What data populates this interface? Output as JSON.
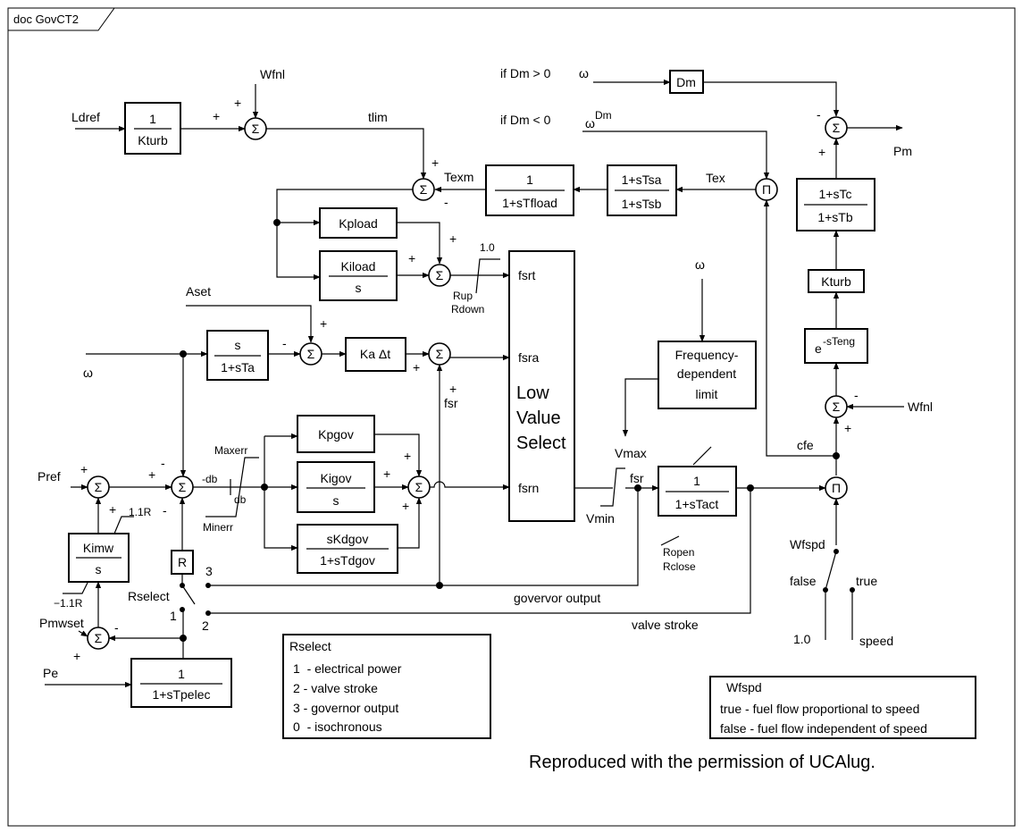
{
  "frame": {
    "title": "doc GovCT2"
  },
  "permission": "Reproduced with the permission of UCAlug.",
  "symbols": {
    "sum": "Σ",
    "product": "Π",
    "omega": "ω"
  },
  "blocks": {
    "kturb_inv": {
      "num": "1",
      "den": "Kturb"
    },
    "tfload": {
      "num": "1",
      "den": "1+sTfload"
    },
    "tsa_tsb": {
      "num": "1+sTsa",
      "den": "1+sTsb"
    },
    "dm": "Dm",
    "tc_tb": {
      "num": "1+sTc",
      "den": "1+sTb"
    },
    "kturb": "Kturb",
    "teng": {
      "base": "e",
      "exp": "-sTeng"
    },
    "kpload": "Kpload",
    "kiload": {
      "num": "Kiload",
      "den": "s"
    },
    "ta": {
      "num": "s",
      "den": "1+sTa"
    },
    "ka": "Ka Δt",
    "lvs": {
      "line1": "Low",
      "line2": "Value",
      "line3": "Select"
    },
    "lvs_ports": {
      "fsrt": "fsrt",
      "fsra": "fsra",
      "fsrn": "fsrn"
    },
    "freqlimit": {
      "line1": "Frequency-",
      "line2": "dependent",
      "line3": "limit"
    },
    "kpgov": "Kpgov",
    "kigov": {
      "num": "Kigov",
      "den": "s"
    },
    "kdgov": {
      "num": "sKdgov",
      "den": "1+sTdgov"
    },
    "tact": {
      "num": "1",
      "den": "1+sTact"
    },
    "kimw": {
      "num": "Kimw",
      "den": "s"
    },
    "r": "R",
    "tpelec": {
      "num": "1",
      "den": "1+sTpelec"
    }
  },
  "labels": {
    "wfnl_top": "Wfnl",
    "ldref": "Ldref",
    "tlim": "tlim",
    "if_dm_pos": "if Dm > 0",
    "if_dm_neg": "if Dm < 0",
    "omega_dm_base": "ω",
    "omega_dm_exp": "Dm",
    "texm": "Texm",
    "tex": "Tex",
    "pm": "Pm",
    "one_point_zero_top": "1.0",
    "rup": "Rup",
    "rdown": "Rdown",
    "aset": "Aset",
    "omega_in": "ω",
    "fsr_mid": "fsr",
    "pref": "Pref",
    "minus_db": "-db",
    "db": "db",
    "maxerr": "Maxerr",
    "minerr": "Minerr",
    "vmax": "Vmax",
    "vmin": "Vmin",
    "fsr_out": "fsr",
    "ropen": "Ropen",
    "rclose": "Rclose",
    "cfe": "cfe",
    "wfnl_right": "Wfnl",
    "wfspd": "Wfspd",
    "false": "false",
    "true": "true",
    "one_point_zero": "1.0",
    "speed": "speed",
    "one_one_r": "1.1R",
    "minus_one_one_r": "−1.1R",
    "rselect": "Rselect",
    "pmwset": "Pmwset",
    "pe": "Pe",
    "sw3": "3",
    "sw1": "1",
    "sw2": "2",
    "governor_output": "govervor output",
    "valve_stroke": "valve stroke"
  },
  "signs": {
    "plus": "+",
    "minus": "-"
  },
  "legend_rselect": {
    "title": "Rselect",
    "items": [
      "1  - electrical power",
      "2 - valve stroke",
      "3 - governor output",
      "0  - isochronous"
    ]
  },
  "legend_wfspd": {
    "title": "Wfspd",
    "items": [
      "true - fuel flow proportional to speed",
      "false - fuel flow independent of speed"
    ]
  }
}
